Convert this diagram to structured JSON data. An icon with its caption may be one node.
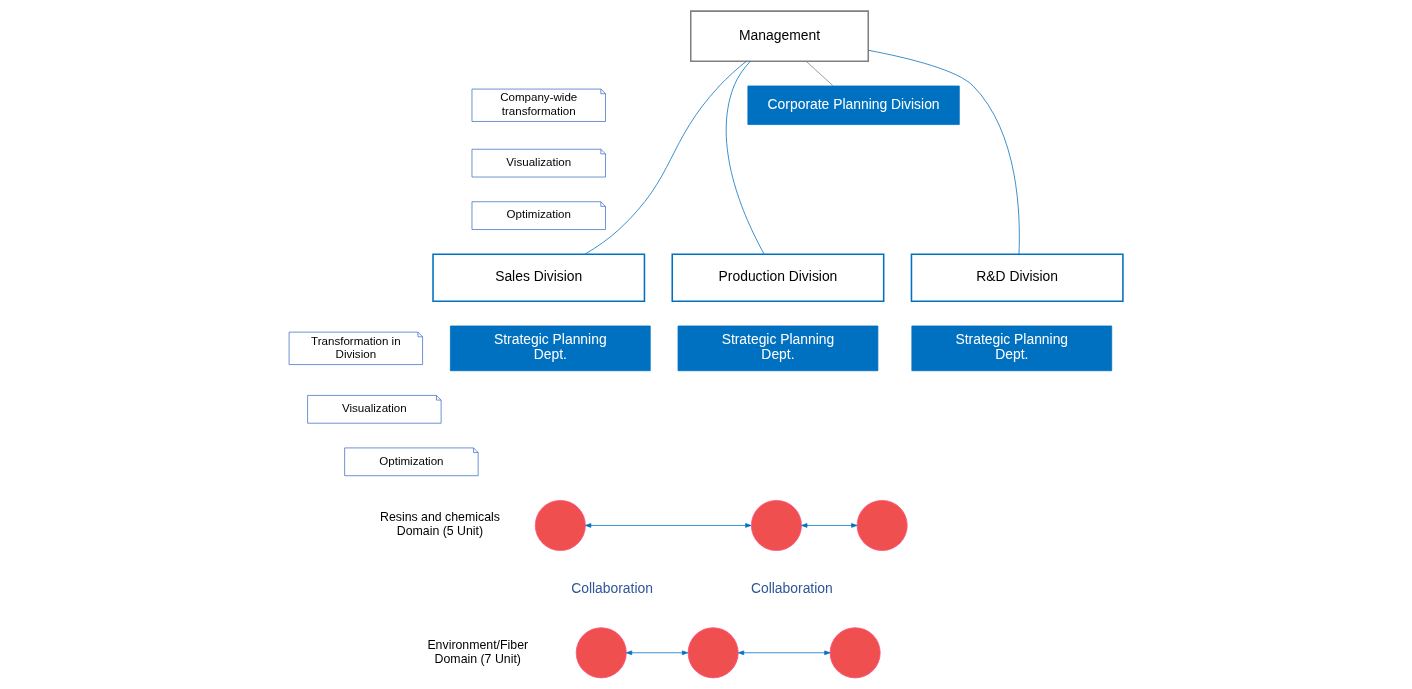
{
  "diagram": {
    "nodes": [
      {
        "text": [
          "Management"
        ]
      },
      {
        "text": [
          "Corporate Planning Division"
        ]
      },
      {
        "text": [
          "Sales Division"
        ]
      },
      {
        "text": [
          "Production Division"
        ]
      },
      {
        "text": [
          "R&D Division"
        ]
      },
      {
        "text": [
          "Strategic Planning Dept."
        ]
      },
      {
        "text": [
          "Strategic Planning Dept."
        ]
      },
      {
        "text": [
          "Strategic Planning Dept."
        ]
      },
      {
        "text": [
          "Company-wide transformation"
        ]
      },
      {
        "text": [
          "Visualization"
        ]
      },
      {
        "text": [
          "Optimization"
        ]
      },
      {
        "text": [
          "Transformation in Division"
        ]
      },
      {
        "text": [
          "Visualization"
        ]
      },
      {
        "text": [
          "Optimization"
        ]
      },
      {
        "text": [],
        "shape": "circle"
      },
      {
        "text": [],
        "shape": "circle"
      },
      {
        "text": [],
        "shape": "circle"
      },
      {
        "text": [],
        "shape": "circle"
      },
      {
        "text": [],
        "shape": "circle"
      },
      {
        "text": [],
        "shape": "circle"
      }
    ],
    "edges": [
      {
        "from": 0,
        "to": 1,
        "arrow": "none",
        "color": "#808080"
      },
      {
        "from": 0,
        "to": 2,
        "arrow": "none"
      },
      {
        "from": 0,
        "to": 3,
        "arrow": "none"
      },
      {
        "from": 0,
        "to": 4,
        "arrow": "none"
      },
      {
        "from": 14,
        "to": 15,
        "arrow": "both"
      },
      {
        "from": 15,
        "to": 16,
        "arrow": "both"
      },
      {
        "from": 17,
        "to": 18,
        "arrow": "both"
      },
      {
        "from": 18,
        "to": 19,
        "arrow": "both"
      }
    ],
    "labels": [
      "Resins and chemicals Domain (5 Unit)",
      "Collaboration",
      "Collaboration",
      "Environment/Fiber Domain (7 Unit)"
    ]
  }
}
